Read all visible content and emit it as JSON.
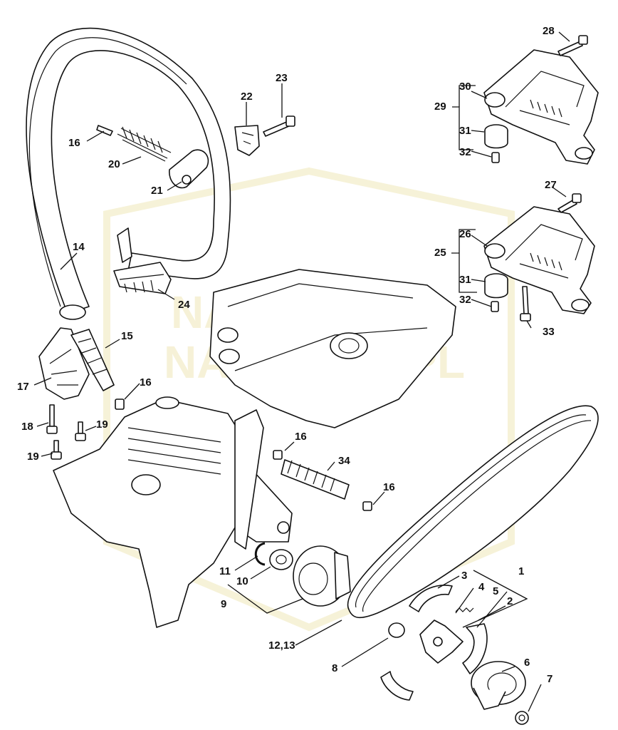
{
  "diagram": {
    "watermark_text": [
      "NARZĘDZIA",
      "NARZĘDZI.PL"
    ],
    "labels": {
      "p1": "1",
      "p2": "2",
      "p3": "3",
      "p4": "4",
      "p5": "5",
      "p6": "6",
      "p7": "7",
      "p8": "8",
      "p9": "9",
      "p10a": "10",
      "p11": "11",
      "p1213": "12,13",
      "p14": "14",
      "p15": "15",
      "p16a": "16",
      "p16b": "16",
      "p16c": "16",
      "p16d": "16",
      "p17": "17",
      "p18": "18",
      "p19a": "19",
      "p19b": "19",
      "p20": "20",
      "p21": "21",
      "p22": "22",
      "p23": "23",
      "p24": "24",
      "p25": "25",
      "p26": "26",
      "p27": "27",
      "p28": "28",
      "p29": "29",
      "p30": "30",
      "p31a": "31",
      "p31b": "31",
      "p32a": "32",
      "p32b": "32",
      "p33": "33",
      "p34": "34"
    }
  }
}
